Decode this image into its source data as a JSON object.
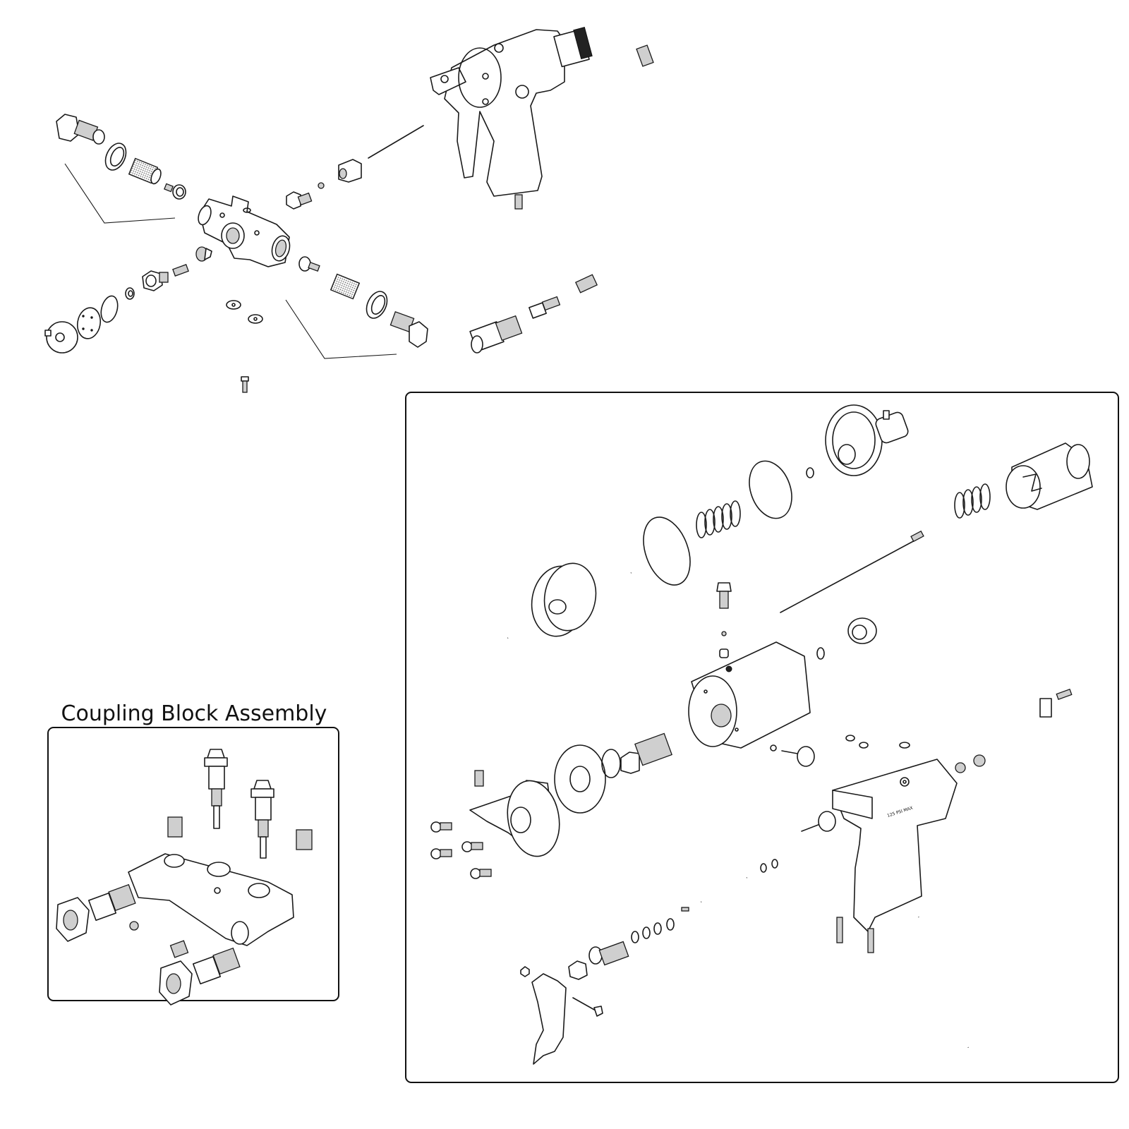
{
  "diagram": {
    "type": "exploded-parts-diagram",
    "subject": "pneumatic pistol-grip tool with hose and coupling block",
    "inset_title": "Coupling Block Assembly",
    "handle_stamp": "125 PSI MAX",
    "sections": [
      {
        "name": "upper-coupling-block-explosion",
        "framed": false
      },
      {
        "name": "assembled-tool",
        "framed": false
      },
      {
        "name": "air-hose",
        "framed": false
      },
      {
        "name": "coupling-block-assembly-inset",
        "framed": true
      },
      {
        "name": "tool-exploded-view",
        "framed": true
      }
    ],
    "colors": {
      "line": "#1a1a1a",
      "background": "#ffffff",
      "hatch": "#cfcfcf"
    }
  }
}
